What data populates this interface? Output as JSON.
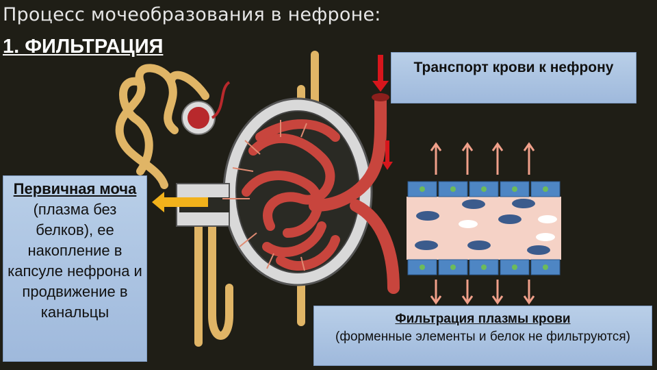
{
  "title": "Процесс мочеобразования в нефроне:",
  "subtitle": "1. ФИЛЬТРАЦИЯ",
  "left_box": {
    "term": "Первичная моча",
    "text": " (плазма без белков), ее накопление в капсуле нефрона и продвижение в канальцы"
  },
  "top_box": {
    "text": "Транспорт крови к нефрону"
  },
  "bottom_box": {
    "heading": "Фильтрация плазмы крови",
    "text": "(форменные элементы и белок не фильтруются)"
  },
  "colors": {
    "background": "#1f1e16",
    "box_fill": "#b3c9e5",
    "arrow_red": "#d7161c",
    "arrow_yellow": "#f2b21b",
    "vessel": "#c8453d",
    "tubule": "#e0b566",
    "cell_blue": "#4e86c4",
    "nucleus_green": "#6dbb5a",
    "plasma": "#f5d2c6"
  },
  "icons": [
    "arrow-up-icon",
    "arrow-down-icon",
    "red-arrow-icon",
    "yellow-arrow-icon"
  ]
}
